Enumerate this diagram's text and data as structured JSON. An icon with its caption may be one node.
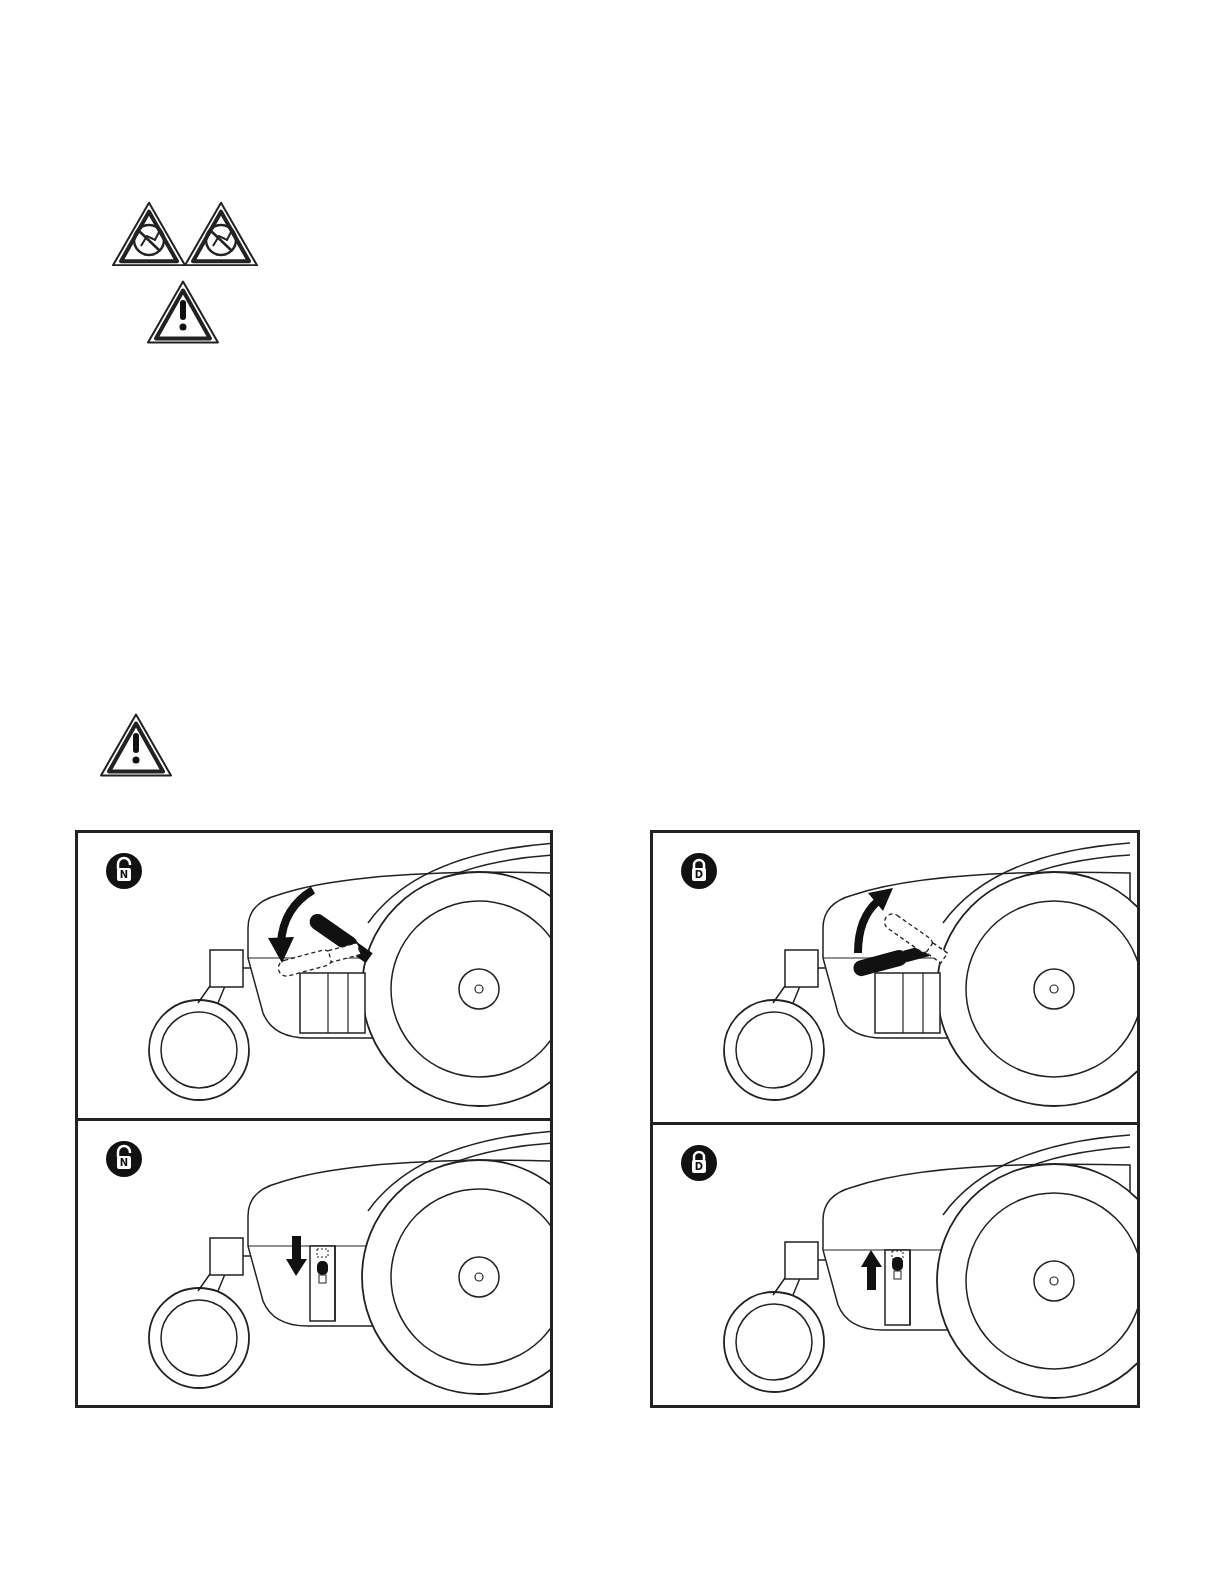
{
  "diagram": {
    "labels": [
      "N",
      "D",
      "N",
      "D"
    ]
  }
}
